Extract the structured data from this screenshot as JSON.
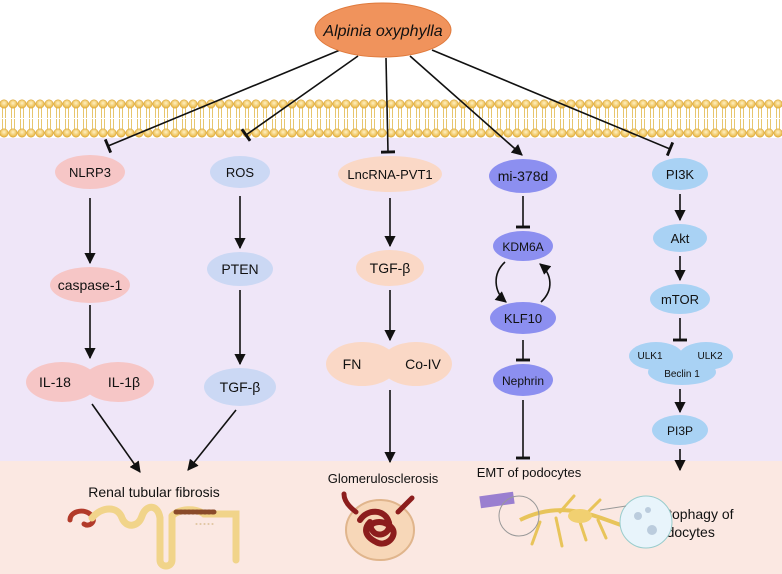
{
  "source": "Alpinia oxyphylla",
  "colors": {
    "source_fill": "#f0935c",
    "membrane": "#f1cc52",
    "cell_bg": "#efe6f8",
    "bottom_bg": "#fbe8e2",
    "pink_node": "#f6c6c6",
    "blue_node": "#cbd8f4",
    "peach_node": "#fad8c6",
    "purple_node": "#8c8ff0",
    "lightblue_node": "#a9d2f4"
  },
  "pathways": [
    {
      "id": "p1",
      "inhibits": true,
      "nodes": [
        "NLRP3",
        "caspase-1"
      ],
      "pair": [
        "IL-18",
        "IL-1β"
      ]
    },
    {
      "id": "p2",
      "inhibits": true,
      "nodes": [
        "ROS",
        "PTEN",
        "TGF-β"
      ]
    },
    {
      "id": "p3",
      "inhibits": true,
      "nodes": [
        "LncRNA-PVT1",
        "TGF-β"
      ],
      "pair": [
        "FN",
        "Co-IV"
      ]
    },
    {
      "id": "p4",
      "inhibits": false,
      "nodes": [
        "mi-378d",
        "KDM6A",
        "KLF10",
        "Nephrin"
      ]
    },
    {
      "id": "p5",
      "inhibits": true,
      "nodes": [
        "PI3K",
        "Akt",
        "mTOR"
      ],
      "cluster": [
        "ULK1",
        "ULK2",
        "Beclin 1"
      ],
      "final": "PI3P"
    }
  ],
  "outcomes": {
    "renal": "Renal tubular fibrosis",
    "glomerulo": "Glomerulosclerosis",
    "emt": "EMT of podocytes",
    "autophagy_line1": "Autophagy of",
    "autophagy_line2": "podocytes"
  }
}
